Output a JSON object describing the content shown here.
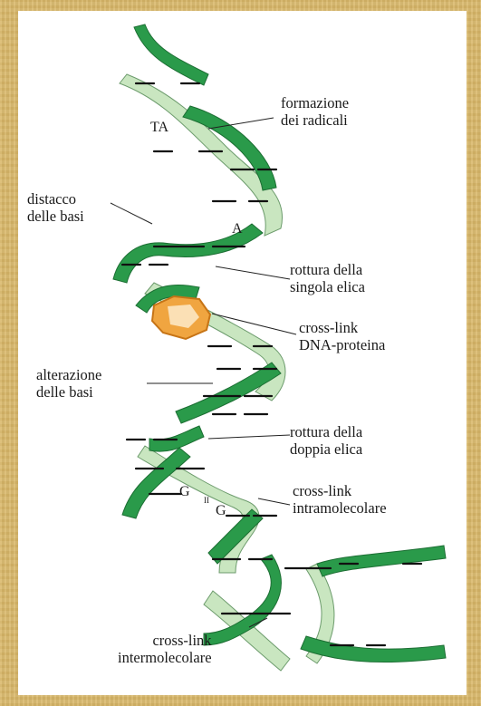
{
  "labels": {
    "radical_formation": [
      "formazione",
      "dei radicali"
    ],
    "base_detachment": [
      "distacco",
      "delle basi"
    ],
    "single_strand_break": [
      "rottura della",
      "singola elica"
    ],
    "dna_protein_crosslink": [
      "cross-link",
      "DNA-proteina"
    ],
    "base_alteration": [
      "alterazione",
      "delle basi"
    ],
    "double_strand_break": [
      "rottura della",
      "doppia elica"
    ],
    "intramolecular_crosslink": [
      "cross-link",
      "intramolecolare"
    ],
    "intermolecular_crosslink": [
      "cross-link",
      "intermolecolare"
    ]
  },
  "bases": {
    "ta": "TA",
    "a": "A",
    "g1": "G",
    "g2": "G",
    "bond": "II"
  },
  "colors": {
    "strand_dark": "#2a9a4a",
    "strand_light": "#c9e6c0",
    "protein": "#f0a540",
    "background": "#d9b86a"
  }
}
